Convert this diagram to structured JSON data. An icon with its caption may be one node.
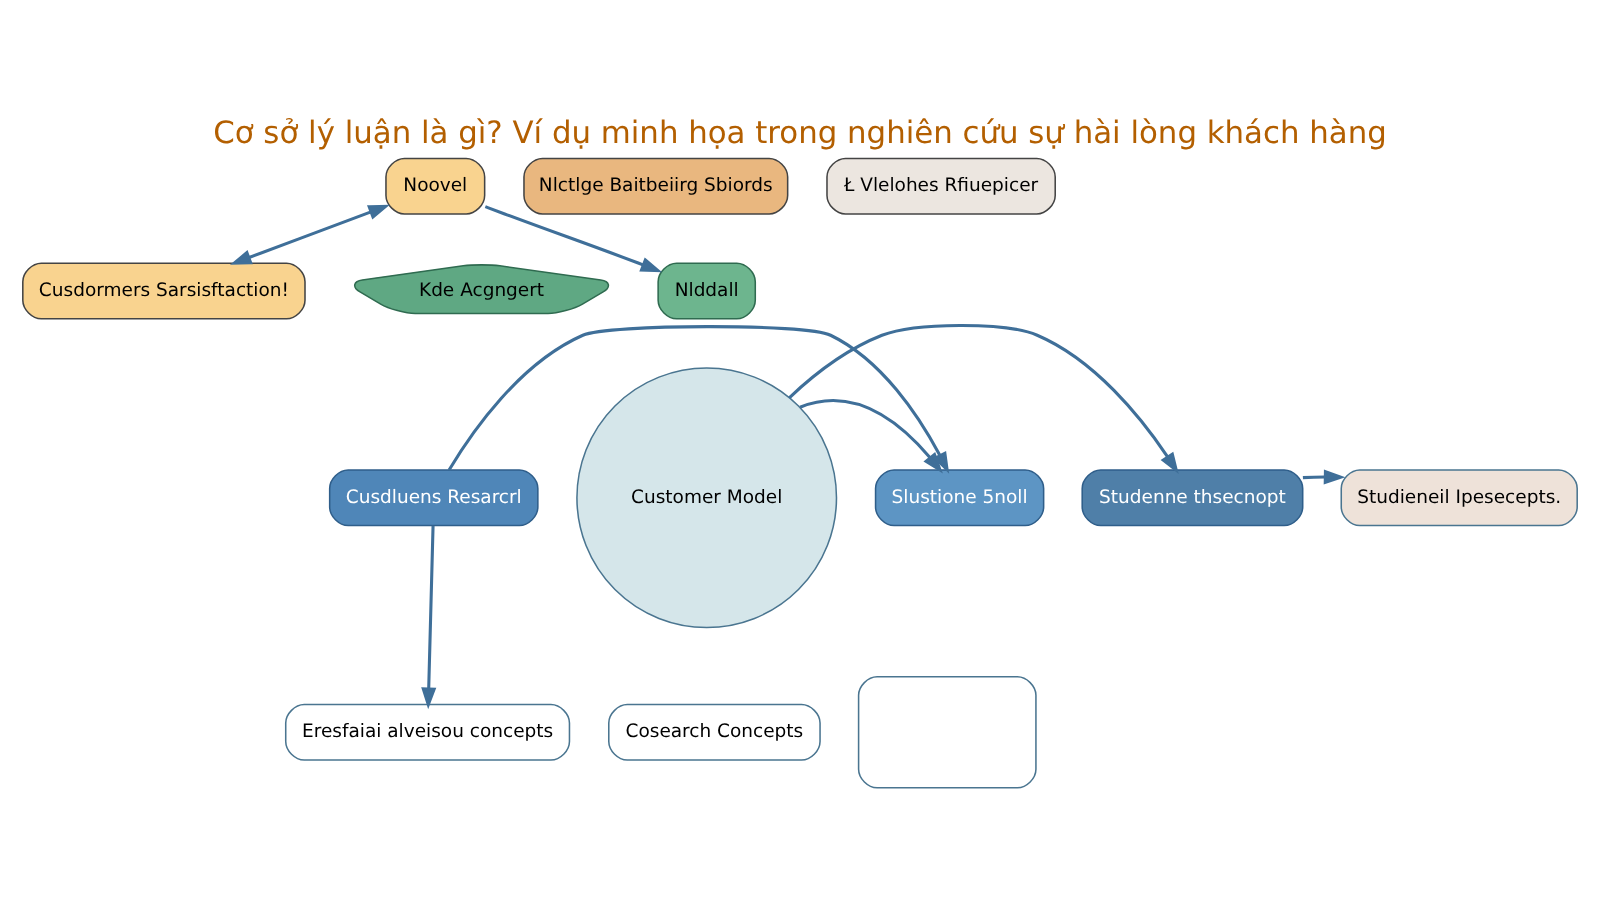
{
  "diagram": {
    "title": "Cơ sở lý luận là gì? Ví dụ minh họa trong nghiên cứu sự hài lòng khách hàng",
    "nodes": [
      {
        "text": [
          "Noovel"
        ]
      },
      {
        "text": [
          "Nlctlge Baitbeiirg Sbiords"
        ]
      },
      {
        "text": [
          "Ł Vlelohes Rfiuepicer"
        ]
      },
      {
        "text": [
          "Cusdormers Sarsisftaction!"
        ]
      },
      {
        "text": [
          "Kde Acgngert"
        ]
      },
      {
        "text": [
          "Nlddall"
        ]
      },
      {
        "text": [
          "Customer Model"
        ]
      },
      {
        "text": [
          "Cusdluens Resarcrl"
        ]
      },
      {
        "text": [
          "Slustione 5noll"
        ]
      },
      {
        "text": [
          "Studenne thsecnopt"
        ]
      },
      {
        "text": [
          "Studieneil Ipesecepts."
        ]
      },
      {
        "text": [
          "Eresfaiai alveisou concepts"
        ]
      },
      {
        "text": [
          "Cosearch Concepts"
        ]
      },
      {
        "text": [],
        "shape": "box"
      }
    ],
    "edges": [
      {
        "from": 0,
        "to": 3,
        "arrow": "both"
      },
      {
        "from": 0,
        "to": 5,
        "arrow": "to"
      },
      {
        "from": 7,
        "to": 8,
        "arrow": "to"
      },
      {
        "from": 6,
        "to": 8,
        "arrow": "to"
      },
      {
        "from": 6,
        "to": 9,
        "arrow": "to"
      },
      {
        "from": 9,
        "to": 10,
        "arrow": "to"
      },
      {
        "from": 7,
        "to": 11,
        "arrow": "to"
      }
    ]
  }
}
